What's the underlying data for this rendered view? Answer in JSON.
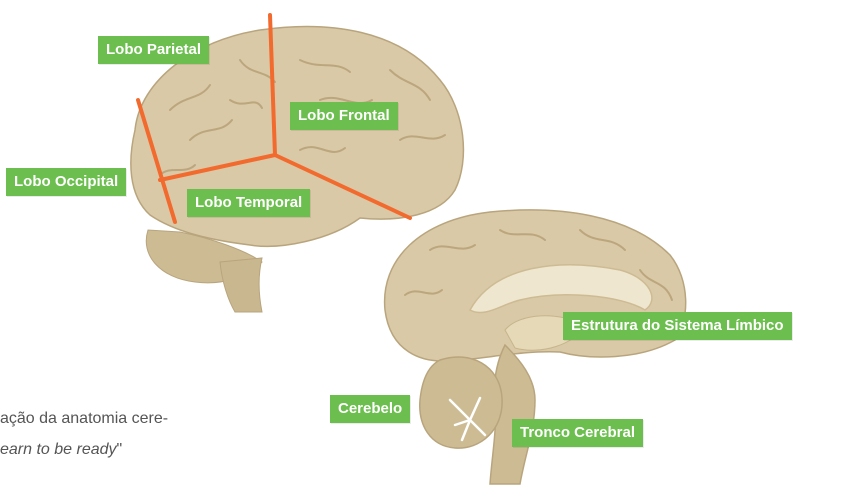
{
  "labels": {
    "parietal": "Lobo Parietal",
    "frontal": "Lobo Frontal",
    "occipital": "Lobo Occipital",
    "temporal": "Lobo Temporal",
    "limbic": "Estrutura do Sistema  Límbico",
    "cerebellum": "Cerebelo",
    "brainstem": "Tronco Cerebral"
  },
  "caption": {
    "line1": "ação da anatomia cere-",
    "line2_italic": "earn to be ready",
    "line2_end": "\""
  },
  "colors": {
    "label_bg": "#6cbf4f",
    "divider": "#f26a2e",
    "brain_fill": "#d9c9a6",
    "brain_dark": "#b9a57d"
  }
}
